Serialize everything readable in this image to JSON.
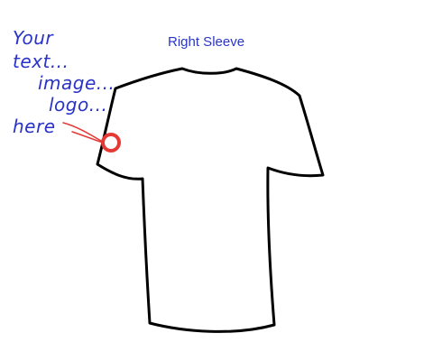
{
  "title": "Right Sleeve",
  "handwriting": {
    "line1": "Your",
    "line2": "text...",
    "line3": "image...",
    "line4": "logo...",
    "line5": "here"
  },
  "colors": {
    "title_text": "#2a35c8",
    "handwriting": "#2a33c8",
    "marker": "#e53935",
    "outline": "#000000"
  },
  "icons": {
    "garment": "tshirt-back-outline",
    "pointer": "squiggle-arrow",
    "target": "placement-marker"
  }
}
